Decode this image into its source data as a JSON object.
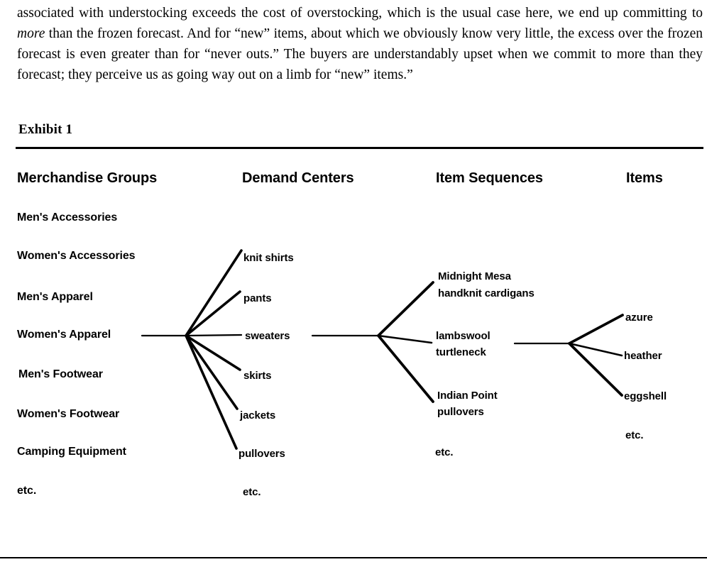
{
  "document": {
    "paragraph_parts": [
      {
        "text": "associated with understocking exceeds the cost of overstocking, which is the usual case here, we end up committing to ",
        "style": "normal"
      },
      {
        "text": "more",
        "style": "italic"
      },
      {
        "text": " than the frozen forecast.  And for “new” items, about which we obviously know very little, the excess over the frozen forecast is even greater than for “never outs.”  The buyers are understandably upset when we commit to more than they forecast; they perceive us as going way out on a limb for “new” items.”",
        "style": "normal"
      }
    ],
    "exhibit_title": "Exhibit 1"
  },
  "chart_data": {
    "type": "diagram",
    "title": "Exhibit 1",
    "description": "Four-level merchandise hierarchy fan diagram: Merchandise Groups branch into Demand Centers, which branch into Item Sequences, which branch into Items.",
    "columns": [
      {
        "header": "Merchandise Groups",
        "items": [
          "Men's Accessories",
          "Women's Accessories",
          "Men's Apparel",
          "Women's Apparel",
          "Men's Footwear",
          "Women's Footwear",
          "Camping Equipment",
          "etc."
        ],
        "expanded_item": "Women's Apparel"
      },
      {
        "header": "Demand Centers",
        "items": [
          "knit shirts",
          "pants",
          "sweaters",
          "skirts",
          "jackets",
          "pullovers",
          "etc."
        ],
        "expanded_item": "sweaters"
      },
      {
        "header": "Item Sequences",
        "items": [
          "Midnight Mesa handknit cardigans",
          "lambswool turtleneck",
          "Indian Point pullovers",
          "etc."
        ],
        "expanded_item": "lambswool turtleneck"
      },
      {
        "header": "Items",
        "items": [
          "azure",
          "heather",
          "eggshell",
          "etc."
        ],
        "expanded_item": ""
      }
    ],
    "labels": {
      "group_1": "Men's Accessories",
      "group_2": "Women's Accessories",
      "group_3": "Men's Apparel",
      "group_4": "Women's Apparel",
      "group_5": "Men's Footwear",
      "group_6": "Women's Footwear",
      "group_7": "Camping Equipment",
      "group_8": "etc.",
      "dc_1": "knit shirts",
      "dc_2": "pants",
      "dc_3": "sweaters",
      "dc_4": "skirts",
      "dc_5": "jackets",
      "dc_6": "pullovers",
      "dc_7": "etc.",
      "seq_1a": "Midnight Mesa",
      "seq_1b": "handknit cardigans",
      "seq_2a": "lambswool",
      "seq_2b": "turtleneck",
      "seq_3a": "Indian Point",
      "seq_3b": "pullovers",
      "seq_4": "etc.",
      "item_1": "azure",
      "item_2": "heather",
      "item_3": "eggshell",
      "item_4": "etc."
    },
    "headers": {
      "col_1": "Merchandise Groups",
      "col_2": "Demand Centers",
      "col_3": "Item Sequences",
      "col_4": "Items"
    },
    "stroke_color": "#000000"
  }
}
